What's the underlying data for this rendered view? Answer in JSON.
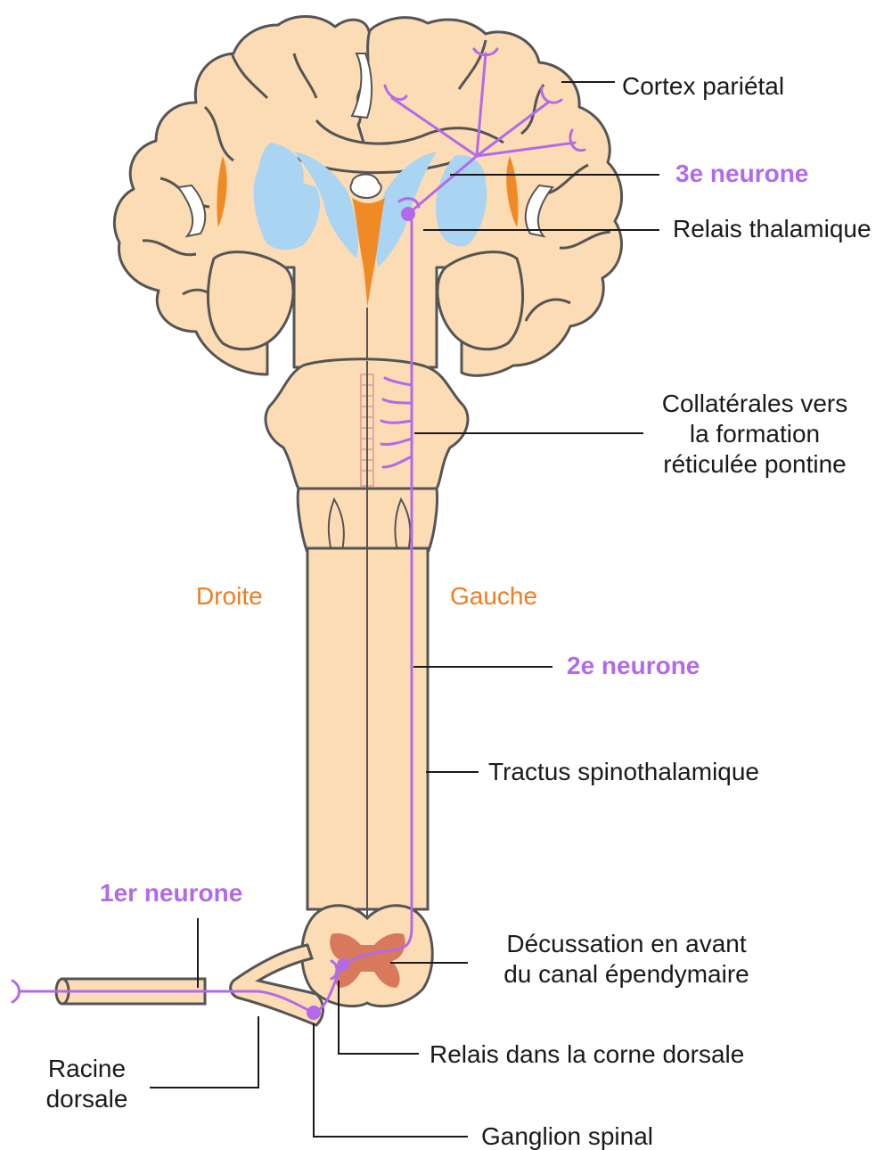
{
  "labels": {
    "cortex": "Cortex pariétal",
    "neuron3": "3e neurone",
    "thalamic_relay": "Relais thalamique",
    "collaterals": [
      "Collatérales vers",
      "la formation",
      "réticulée pontine"
    ],
    "right": "Droite",
    "left": "Gauche",
    "neuron2": "2e neurone",
    "tract": "Tractus spinothalamique",
    "neuron1": "1er neurone",
    "decussation": [
      "Décussation en avant",
      "du canal épendymaire"
    ],
    "dorsal_horn_relay": "Relais dans la corne dorsale",
    "dorsal_root": [
      "Racine",
      "dorsale"
    ],
    "spinal_ganglion": "Ganglion spinal"
  },
  "colors": {
    "tissue": "#fcdcb4",
    "outline": "#555555",
    "nuclei": "#a9d5f2",
    "ventricle": "#f08a24",
    "neuron": "#b36ae8",
    "grey_matter": "#d9795c",
    "leader": "#1a1a1a"
  }
}
